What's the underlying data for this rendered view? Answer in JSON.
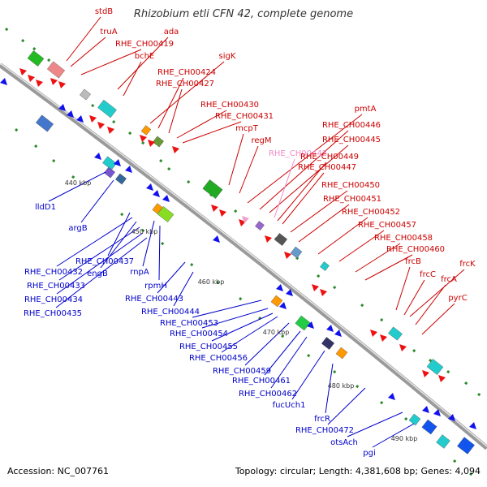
{
  "title": "Rhizobium etli CFN 42, complete genome",
  "footer": {
    "accession": "Accession: NC_007761",
    "summary": "Topology: circular; Length: 4,381,608 bp; Genes: 4,094"
  },
  "colors": {
    "forward_label": "#cc0000",
    "reverse_label": "#0000cc",
    "highlight_label": "#f08cc8",
    "backbone": "#8c8c8c"
  },
  "ticks": [
    {
      "label": "440 kbp"
    },
    {
      "label": "450 kbp"
    },
    {
      "label": "460 kbp"
    },
    {
      "label": "470 kbp"
    },
    {
      "label": "480 kbp"
    },
    {
      "label": "490 kbp"
    }
  ],
  "forward_genes": [
    {
      "label": "stdB"
    },
    {
      "label": "truA"
    },
    {
      "label": "RHE_CH00419"
    },
    {
      "label": "ada"
    },
    {
      "label": "bchE"
    },
    {
      "label": "sigK"
    },
    {
      "label": "RHE_CH00424"
    },
    {
      "label": "RHE_CH00427"
    },
    {
      "label": "RHE_CH00430"
    },
    {
      "label": "RHE_CH00431"
    },
    {
      "label": "mcpT"
    },
    {
      "label": "regM"
    },
    {
      "label": "pmtA"
    },
    {
      "label": "RHE_CH00446"
    },
    {
      "label": "RHE_CH00445"
    },
    {
      "label": "RHE_CH00442"
    },
    {
      "label": "RHE_CH00449"
    },
    {
      "label": "RHE_CH00447"
    },
    {
      "label": "RHE_CH00450"
    },
    {
      "label": "RHE_CH00451"
    },
    {
      "label": "RHE_CH00452"
    },
    {
      "label": "RHE_CH00457"
    },
    {
      "label": "RHE_CH00458"
    },
    {
      "label": "RHE_CH00460"
    },
    {
      "label": "frcB"
    },
    {
      "label": "frcK"
    },
    {
      "label": "frcC"
    },
    {
      "label": "frcA"
    },
    {
      "label": "pyrC"
    }
  ],
  "reverse_genes": [
    {
      "label": "lldD1"
    },
    {
      "label": "argB"
    },
    {
      "label": "RHE_CH00437"
    },
    {
      "label": "RHE_CH00432"
    },
    {
      "label": "engB"
    },
    {
      "label": "RHE_CH00433"
    },
    {
      "label": "RHE_CH00434"
    },
    {
      "label": "RHE_CH00435"
    },
    {
      "label": "rnpA"
    },
    {
      "label": "rpmH"
    },
    {
      "label": "RHE_CH00443"
    },
    {
      "label": "RHE_CH00444"
    },
    {
      "label": "RHE_CH00453"
    },
    {
      "label": "RHE_CH00454"
    },
    {
      "label": "RHE_CH00455"
    },
    {
      "label": "RHE_CH00456"
    },
    {
      "label": "RHE_CH00459"
    },
    {
      "label": "RHE_CH00461"
    },
    {
      "label": "RHE_CH00462"
    },
    {
      "label": "fucUch1"
    },
    {
      "label": "frcR"
    },
    {
      "label": "RHE_CH00472"
    },
    {
      "label": "otsAch"
    },
    {
      "label": "pgi"
    }
  ]
}
